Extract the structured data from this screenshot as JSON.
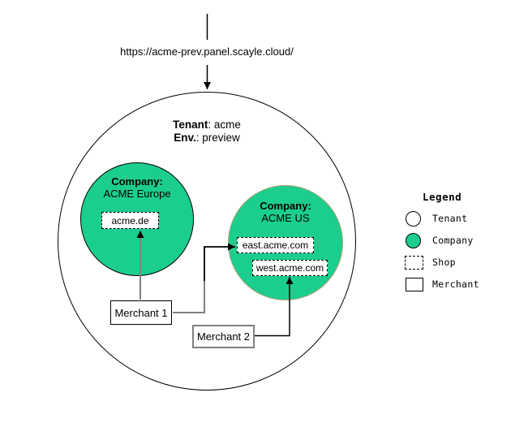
{
  "colors": {
    "company_green": "#1CCE8D",
    "us_circle_border": "#AB9D72",
    "connector_gray": "#808080",
    "ink": "#000000"
  },
  "url": {
    "label": "https://acme-prev.panel.scayle.cloud/"
  },
  "tenant": {
    "tenant_bold": "Tenant",
    "tenant_rest": ": acme",
    "env_bold": "Env.",
    "env_rest": ": preview"
  },
  "companies": [
    {
      "title": "Company:",
      "name": "ACME Europe",
      "shops": [
        "acme.de"
      ]
    },
    {
      "title": "Company:",
      "name": "ACME US",
      "shops": [
        "east.acme.com",
        "west.acme.com"
      ]
    }
  ],
  "merchants": [
    {
      "label": "Merchant 1"
    },
    {
      "label": "Merchant 2"
    }
  ],
  "legend": {
    "title": "Legend",
    "items": [
      {
        "label": "Tenant",
        "swatch": "circle-outline"
      },
      {
        "label": "Company",
        "swatch": "circle-green"
      },
      {
        "label": "Shop",
        "swatch": "dashed-box"
      },
      {
        "label": "Merchant",
        "swatch": "solid-box"
      }
    ]
  }
}
